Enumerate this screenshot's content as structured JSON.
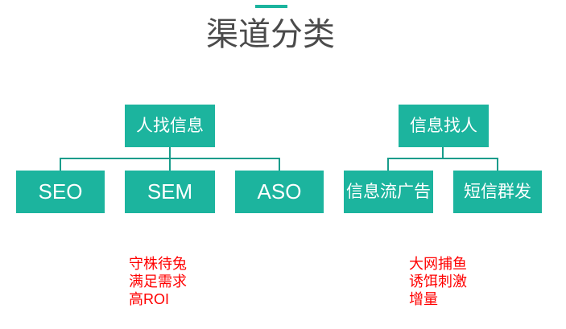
{
  "title": {
    "text": "渠道分类"
  },
  "colors": {
    "accent": "#1cb49e",
    "box_fill": "#1cb49e",
    "connector": "#189c8b",
    "box_text": "#ffffff",
    "title_text": "#4a4a4a",
    "annotation_text": "#ff0000"
  },
  "trees": [
    {
      "root": "人找信息",
      "children": [
        "SEO",
        "SEM",
        "ASO"
      ],
      "annotations": [
        "守株待兔",
        "满足需求",
        "高ROI"
      ]
    },
    {
      "root": "信息找人",
      "children": [
        "信息流广告",
        "短信群发"
      ],
      "annotations": [
        "大网捕鱼",
        "诱饵刺激",
        "增量"
      ]
    }
  ]
}
